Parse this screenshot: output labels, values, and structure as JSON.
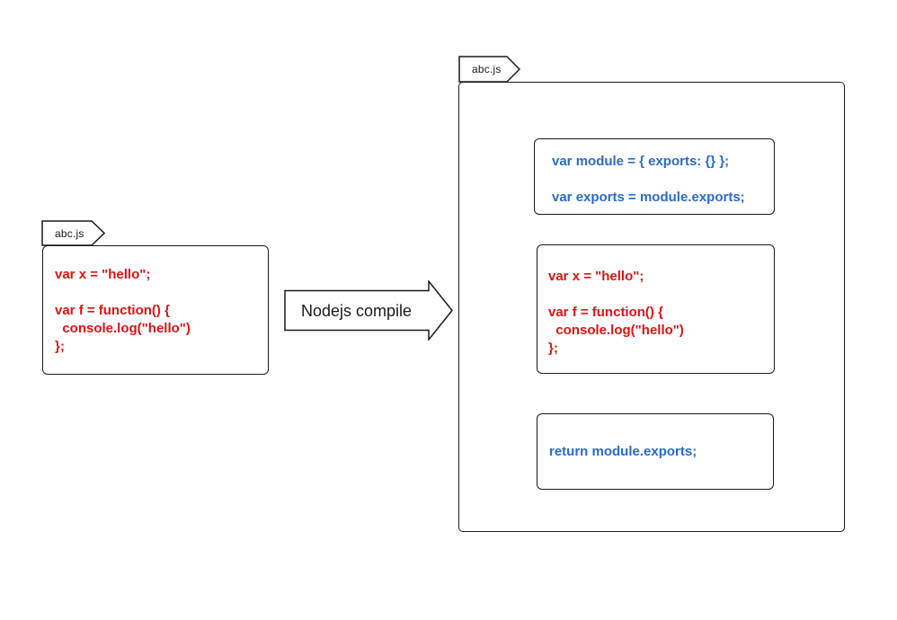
{
  "colors": {
    "line": "#1a1a1a",
    "code_red": "#dd1411",
    "code_blue": "#2a6bcb",
    "box_fill": "#ffffff"
  },
  "source_file": {
    "tab_label": "abc.js",
    "code": "var x = \"hello\";\n\nvar f = function() {\n  console.log(\"hello\")\n};"
  },
  "arrow": {
    "label": "Nodejs compile"
  },
  "compiled_module": {
    "tab_label": "abc.js",
    "wrapper_header_code": "var module = { exports: {} };\n\nvar exports = module.exports;",
    "user_code": "var x = \"hello\";\n\nvar f = function() {\n  console.log(\"hello\")\n};",
    "wrapper_footer_code": "return module.exports;"
  }
}
